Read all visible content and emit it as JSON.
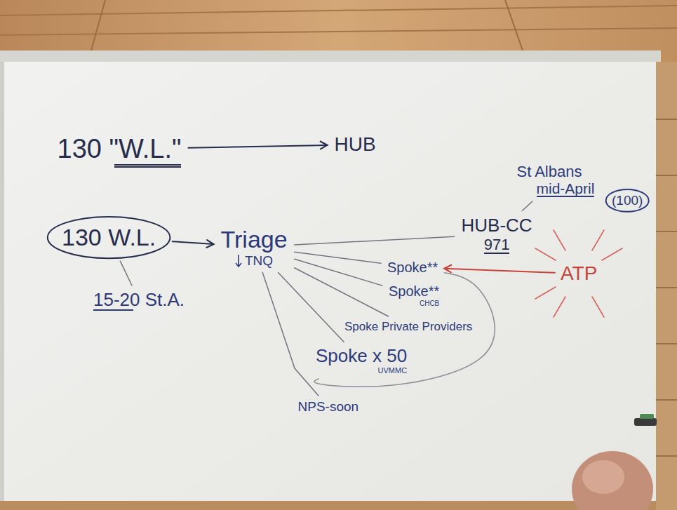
{
  "diagram": {
    "nodes": [
      {
        "text": [
          "130 \"W.L.\""
        ]
      },
      {
        "text": [
          "HUB"
        ]
      },
      {
        "text": [
          "St Albans",
          "mid-April"
        ]
      },
      {
        "text": [
          "(100)"
        ]
      },
      {
        "text": [
          "HUB-CC",
          "971"
        ]
      },
      {
        "text": [
          "130 W.L."
        ]
      },
      {
        "text": [
          "Triage",
          "TNQ"
        ]
      },
      {
        "text": [
          "Spoke**"
        ]
      },
      {
        "text": [
          "ATP"
        ]
      },
      {
        "text": [
          "Spoke**",
          "CHCB"
        ]
      },
      {
        "text": [
          "15-20 St.A."
        ]
      },
      {
        "text": [
          "Spoke Private Providers"
        ]
      },
      {
        "text": [
          "Spoke x 50",
          "UVMMC"
        ]
      },
      {
        "text": [
          "NPS-soon"
        ]
      }
    ],
    "edges": [
      {
        "from": 0,
        "to": 1,
        "arrow": "to"
      },
      {
        "from": 2,
        "to": 4,
        "arrow": "none"
      },
      {
        "from": 5,
        "to": 6,
        "arrow": "to"
      },
      {
        "from": 5,
        "to": 10,
        "arrow": "none"
      },
      {
        "from": 6,
        "to": 4,
        "arrow": "none"
      },
      {
        "from": 6,
        "to": 7,
        "arrow": "none"
      },
      {
        "from": 6,
        "to": 9,
        "arrow": "none"
      },
      {
        "from": 6,
        "to": 11,
        "arrow": "none"
      },
      {
        "from": 6,
        "to": 12,
        "arrow": "none"
      },
      {
        "from": 6,
        "to": 13,
        "arrow": "none"
      },
      {
        "from": 8,
        "to": 7,
        "arrow": "to"
      },
      {
        "from": 12,
        "to": 7,
        "arrow": "none"
      }
    ]
  }
}
